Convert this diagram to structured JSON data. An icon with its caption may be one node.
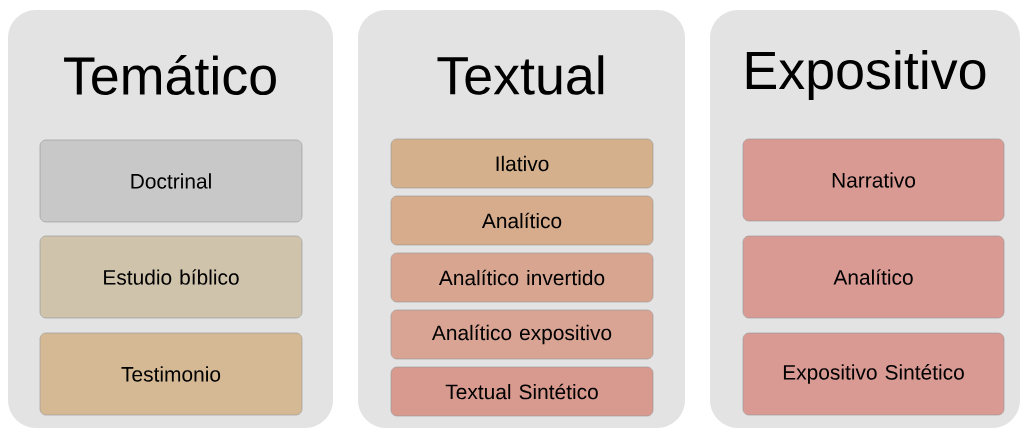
{
  "diagram": {
    "nodes": [
      {
        "text": [
          "Temático"
        ]
      },
      {
        "text": [
          "Doctrinal"
        ],
        "in": 0
      },
      {
        "text": [
          "Estudio bíblico"
        ],
        "in": 0
      },
      {
        "text": [
          "Testimonio"
        ],
        "in": 0
      },
      {
        "text": [
          "Textual"
        ]
      },
      {
        "text": [
          "Ilativo"
        ],
        "in": 4
      },
      {
        "text": [
          "Analítico"
        ],
        "in": 4
      },
      {
        "text": [
          "Analítico invertido"
        ],
        "in": 4
      },
      {
        "text": [
          "Analítico expositivo"
        ],
        "in": 4
      },
      {
        "text": [
          "Textual Sintético"
        ],
        "in": 4
      },
      {
        "text": [
          "Expositivo"
        ]
      },
      {
        "text": [
          "Narrativo"
        ],
        "in": 10
      },
      {
        "text": [
          "Analítico"
        ],
        "in": 10
      },
      {
        "text": [
          "Expositivo Sintético"
        ],
        "in": 10
      }
    ]
  }
}
